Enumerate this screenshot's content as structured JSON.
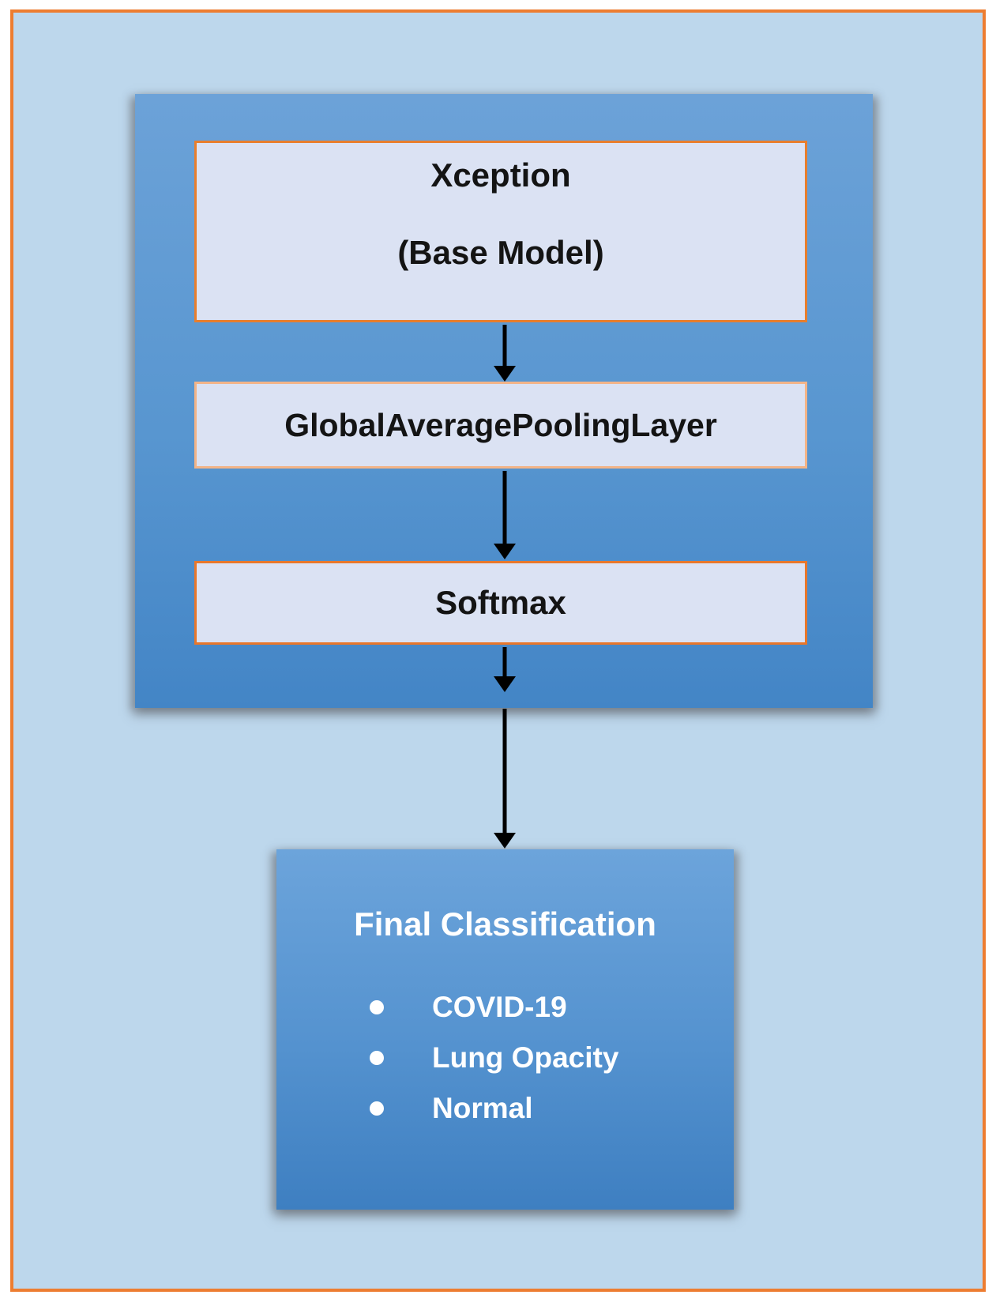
{
  "pipeline": {
    "xception": {
      "line1": "Xception",
      "line2": "(Base Model)"
    },
    "gap_label": "GlobalAveragePoolingLayer",
    "softmax_label": "Softmax"
  },
  "final": {
    "title": "Final Classification",
    "items": [
      "COVID-19",
      "Lung Opacity",
      "Normal"
    ]
  },
  "colors": {
    "page_background": "#bdd7ec",
    "page_border_orange": "#ed7d31",
    "container_gradient_top": "#6ca2d8",
    "container_gradient_bottom": "#4385c6",
    "layer_box_fill": "#dbe2f3",
    "layer_box_border": "#e87e2d",
    "gap_box_border": "#f2b488",
    "final_gradient_top": "#6ca4db",
    "final_gradient_bottom": "#3e7fc1",
    "arrow_color": "#000000",
    "final_text": "#ffffff",
    "layer_text": "#141414"
  }
}
